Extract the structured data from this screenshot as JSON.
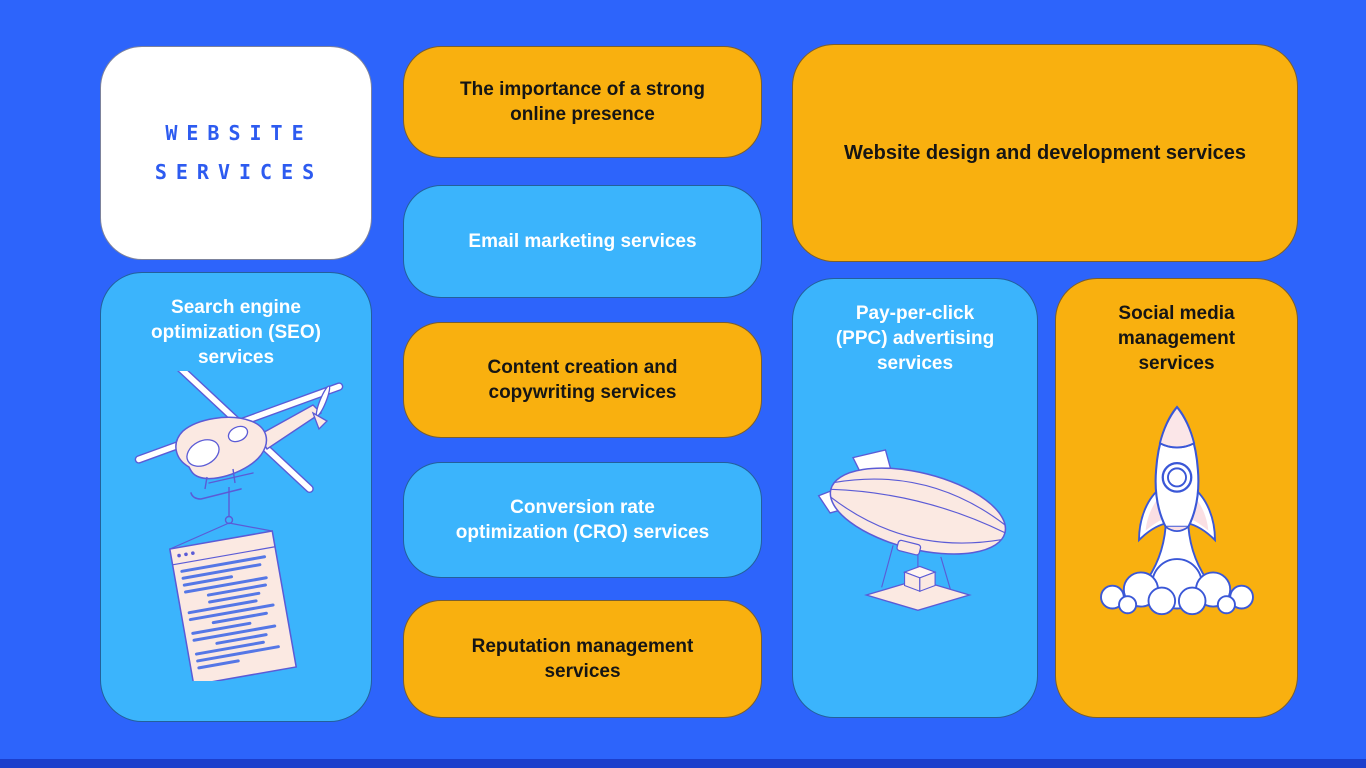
{
  "colors": {
    "background": "#2D64FB",
    "card_orange": "#F9B00F",
    "card_light_blue": "#3BB4FC",
    "card_white": "#FFFFFF",
    "title_blue": "#2D5BF0",
    "text_dark": "#151515",
    "text_white": "#FFFFFF",
    "bottom_edge": "#1C3ECC",
    "illustration_pink": "#FBE9E2",
    "illustration_outline": "#5B5BD6",
    "rocket_outline": "#3A57D7"
  },
  "title_card": {
    "text": "WEBSITE SERVICES",
    "lines": [
      "WEBSITE",
      "SERVICES"
    ]
  },
  "cards": {
    "seo": {
      "text": "Search engine optimization (SEO) services",
      "lines": [
        "Search engine",
        "optimization (SEO)",
        "services"
      ]
    },
    "importance": {
      "text": "The importance of a strong online presence",
      "lines": [
        "The importance of a strong",
        "online presence"
      ]
    },
    "email": {
      "text": "Email marketing services",
      "lines": [
        "Email marketing services"
      ]
    },
    "content": {
      "text": "Content creation and copywriting services",
      "lines": [
        "Content creation and",
        "copywriting services"
      ]
    },
    "cro": {
      "text": "Conversion rate optimization (CRO) services",
      "lines": [
        "Conversion rate",
        "optimization (CRO) services"
      ]
    },
    "reputation": {
      "text": "Reputation management services",
      "lines": [
        "Reputation management",
        "services"
      ]
    },
    "webdesign": {
      "text": "Website design and development services",
      "lines": [
        "Website design and development services"
      ]
    },
    "ppc": {
      "text": "Pay-per-click (PPC) advertising services",
      "lines": [
        "Pay-per-click",
        "(PPC) advertising",
        "services"
      ]
    },
    "social": {
      "text": "Social media management services",
      "lines": [
        "Social media",
        "management",
        "services"
      ]
    }
  },
  "icons": {
    "helicopter": "helicopter-lifting-webpage",
    "zeppelin": "zeppelin-airship-delivery",
    "rocket": "rocket-launching-from-clouds"
  }
}
